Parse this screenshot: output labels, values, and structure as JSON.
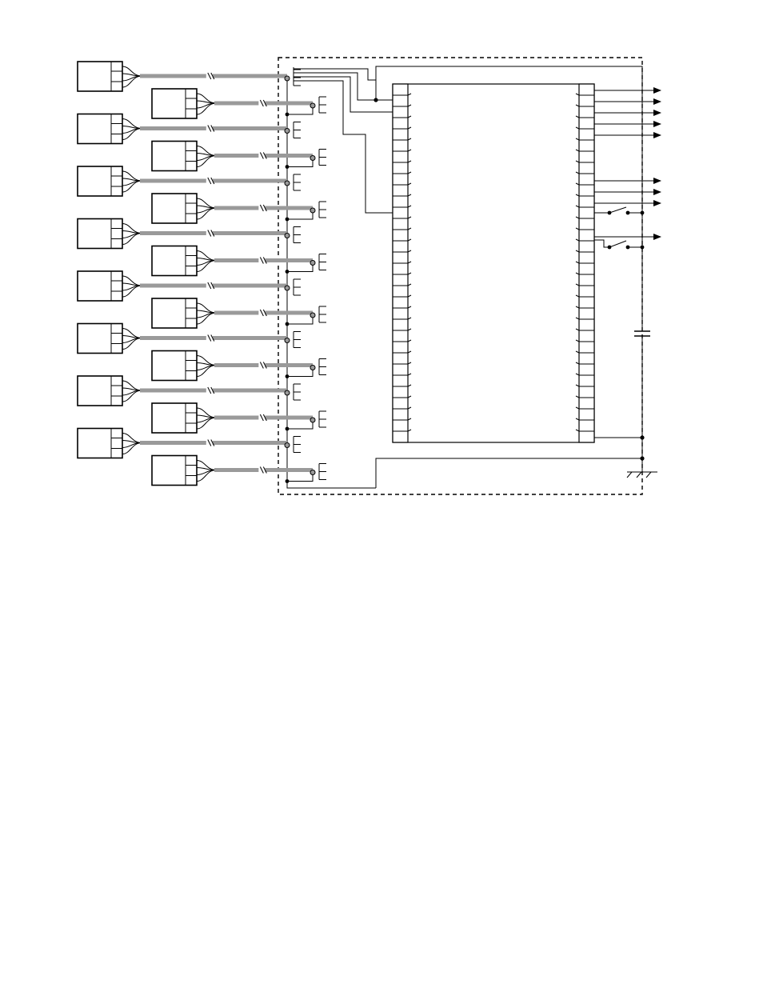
{
  "diagram": {
    "type": "wiring-schematic",
    "style": {
      "line": "#000000",
      "cable": "#9a9a9a",
      "background": "#ffffff"
    },
    "sensors_left_count": 8,
    "sensors_right_count": 8,
    "enclosure_border": "dashed",
    "connector_left_pins": 32,
    "connector_right_pins": 32,
    "output_arrows_count": 9,
    "switches_count": 2,
    "capacitor_count": 1,
    "ground_symbol": true
  }
}
